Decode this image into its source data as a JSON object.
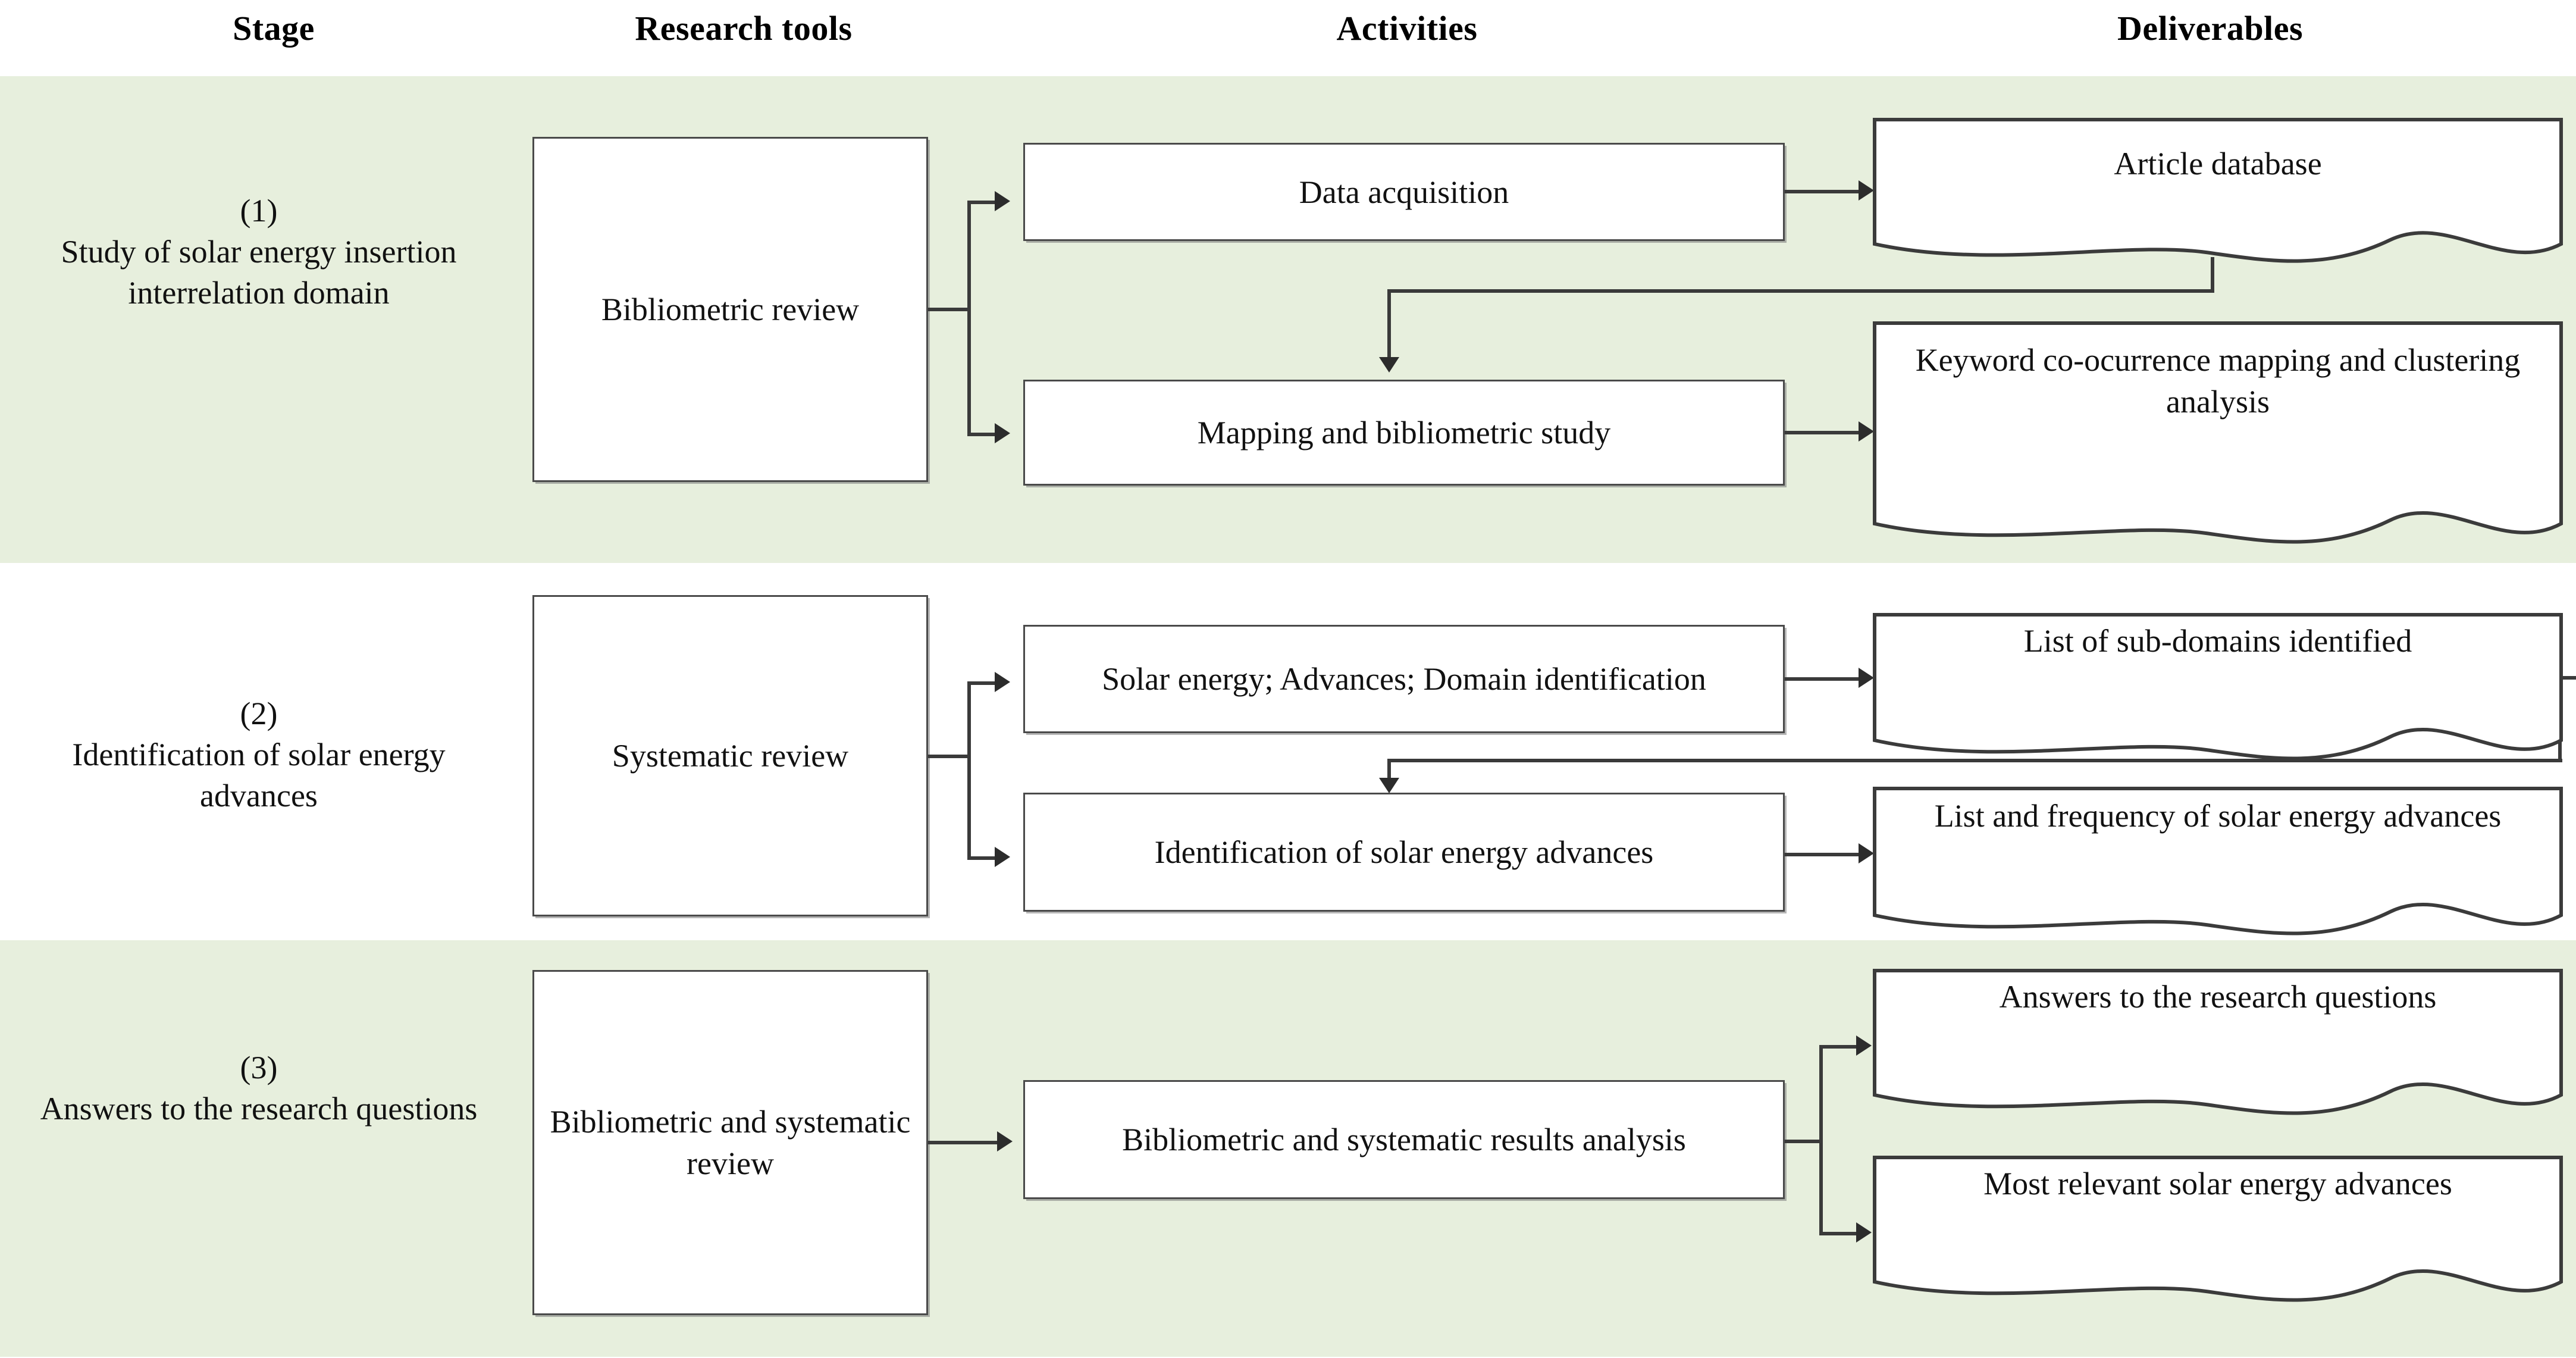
{
  "headers": [
    {
      "label": "Stage"
    },
    {
      "label": "Research tools"
    },
    {
      "label": "Activities"
    },
    {
      "label": "Deliverables"
    }
  ],
  "colors": {
    "band_green": "#e7efdd",
    "box_border": "#4a4a4a",
    "connector": "#3a3a3a",
    "text": "#111111",
    "page_background": "#ffffff"
  },
  "stages": [
    {
      "number": "(1)",
      "title": "Study of  solar energy insertion interrelation domain",
      "banded": true,
      "tool": "Bibliometric review",
      "activities": [
        "Data acquisition",
        "Mapping and bibliometric study"
      ],
      "deliverables": [
        "Article database",
        "Keyword co-ocurrence mapping and clustering analysis"
      ]
    },
    {
      "number": "(2)",
      "title": "Identification of  solar energy advances",
      "banded": false,
      "tool": "Systematic review",
      "activities": [
        "Solar energy; Advances; Domain identification",
        "Identification of solar  energy advances"
      ],
      "deliverables": [
        "List of sub-domains identified",
        "List and frequency of  solar energy advances"
      ]
    },
    {
      "number": "(3)",
      "title": "Answers to the research questions",
      "banded": true,
      "tool": "Bibliometric and systematic review",
      "activities": [
        "Bibliometric and systematic results analysis"
      ],
      "deliverables": [
        "Answers to the research questions",
        "Most relevant  solar energy advances"
      ]
    }
  ]
}
